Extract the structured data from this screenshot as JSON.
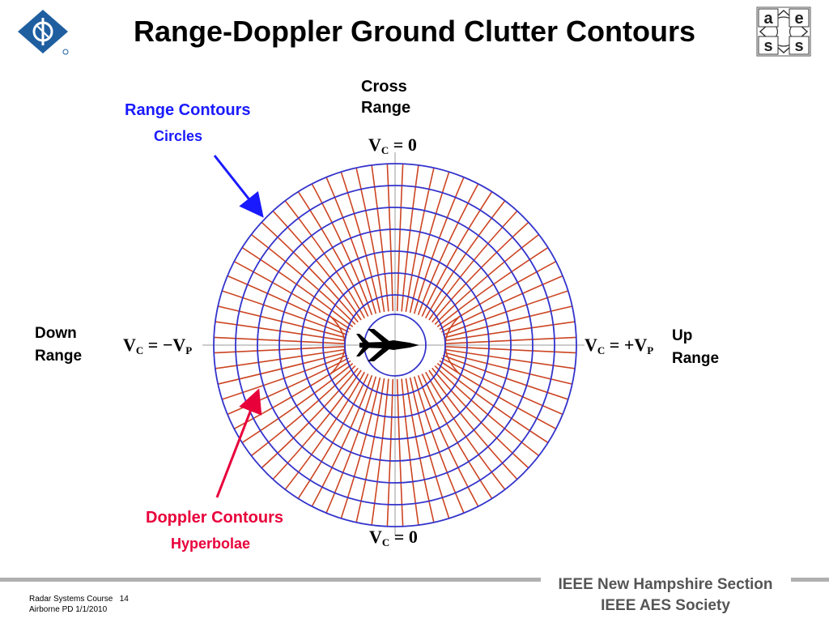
{
  "title": "Range-Doppler Ground Clutter Contours",
  "labels": {
    "range_contours": "Range Contours",
    "circles": "Circles",
    "cross_range_1": "Cross",
    "cross_range_2": "Range",
    "down_range_1": "Down",
    "down_range_2": "Range",
    "up_range_1": "Up",
    "up_range_2": "Range",
    "doppler_contours": "Doppler Contours",
    "hyperbolae": "Hyperbolae"
  },
  "velocity_labels": {
    "top": {
      "v": "V",
      "sub": "C",
      "rest": " = 0"
    },
    "bottom": {
      "v": "V",
      "sub": "C",
      "rest": " = 0"
    },
    "left": {
      "v": "V",
      "sub": "C",
      "rest": " = −V",
      "sub2": "P"
    },
    "right": {
      "v": "V",
      "sub": "C",
      "rest": " = +V",
      "sub2": "P"
    }
  },
  "footer": {
    "course": "Radar Systems Course",
    "page": "14",
    "module": "Airborne PD 1/1/2010",
    "section": "IEEE New Hampshire Section",
    "society": "IEEE AES Society"
  },
  "logo_right_letters": [
    "a",
    "e",
    "s",
    "s"
  ],
  "colors": {
    "range": "#3333cc",
    "doppler": "#cc4422",
    "blue_text": "#1a1aff",
    "red_text": "#e8003a",
    "arrow_blue": "#1a1aff",
    "arrow_red": "#e8003a"
  }
}
